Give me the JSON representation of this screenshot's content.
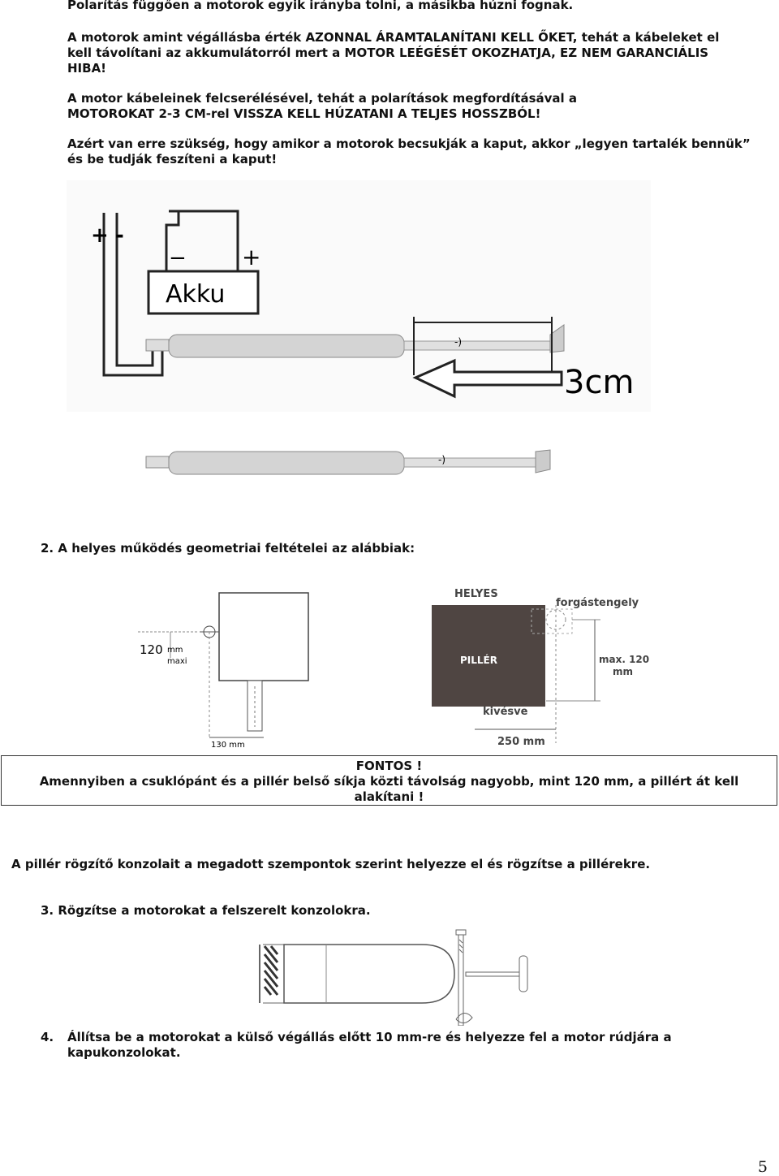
{
  "paragraphs": {
    "p1": "Polarítás függően a motorok egyik irányba tolni, a másikba húzni fognak.",
    "p2_l1": "A motorok amint végállásba érték AZONNAL ÁRAMTALANÍTANI KELL ŐKET, tehát a kábeleket el",
    "p2_l2": "kell távolítani az akkumulátorról mert a MOTOR LEÉGÉSÉT OKOZHATJA, EZ NEM GARANCIÁLIS",
    "p2_l3": "HIBA!",
    "p3_l1": "A motor kábeleinek felcserélésével, tehát  a polarítások megfordításával a",
    "p3_l2": "MOTOROKAT 2-3 CM-rel VISSZA KELL HÚZATANI A TELJES HOSSZBÓL!",
    "p4_l1": "Azért van erre szükség, hogy amikor a motorok becsukják a kaput, akkor „legyen tartalék bennük”",
    "p4_l2": "és be tudják feszíteni a kaput!",
    "s2": "2. A helyes működés geometriai feltételei az alábbiak:",
    "fontos_title": "FONTOS !",
    "fontos_l1": "Amennyiben a csuklópánt és a pillér belső síkja közti távolság nagyobb, mint 120 mm, a pillért át kell",
    "fontos_l2": "alakítani !",
    "pillar": "A pillér rögzítő konzolait a megadott szempontok szerint helyezze el és rögzítse a pillérekre.",
    "s3": "3. Rögzítse a motorokat a felszerelt konzolokra.",
    "s4_num": "4.",
    "s4_l1": "Állítsa be a motorokat a külső végállás előtt 10 mm-re és helyezze fel a motor rúdjára a",
    "s4_l2": "kapukonzolokat."
  },
  "figure1": {
    "plus_outer": "+",
    "minus_outer": "-",
    "minus_batt": "−",
    "plus_batt": "+",
    "battery": "Akku",
    "distance": "3cm",
    "rod_mark": "-)"
  },
  "figure2": {
    "dim_120": "120",
    "dim_mm": "mm",
    "dim_maxi": "maxi",
    "dim_130": "130 mm"
  },
  "figure3": {
    "correct": "HELYES",
    "axis": "forgástengely",
    "pillar": "PILLÉR",
    "max1": "max. 120",
    "max2": "mm",
    "cutout": "kivésve",
    "dim250": "250 mm"
  },
  "page_number": "5"
}
